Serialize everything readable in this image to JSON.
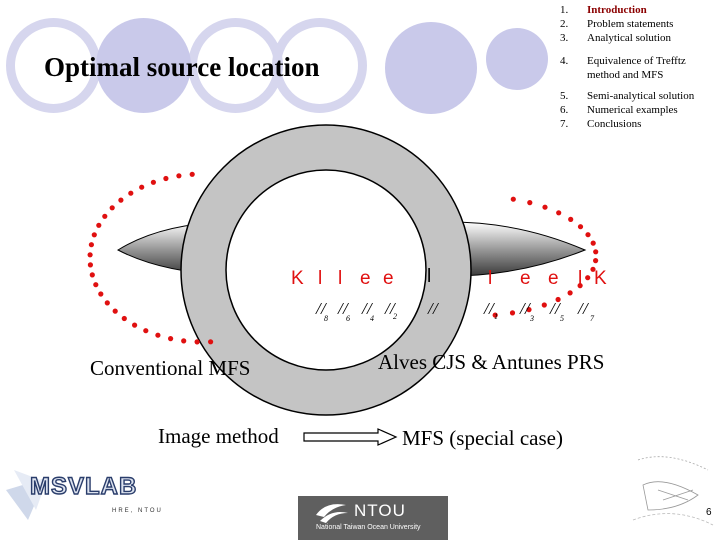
{
  "slide": {
    "title": "Optimal source location",
    "page_number": "6"
  },
  "outline": {
    "items": [
      {
        "num": "1.",
        "text": "Introduction",
        "active": true
      },
      {
        "num": "2.",
        "text": "Problem statements"
      },
      {
        "num": "3.",
        "text": "Analytical solution"
      },
      {
        "num": "4.",
        "text": "Equivalence of Trefftz method and MFS"
      },
      {
        "num": "5.",
        "text": "Semi-analytical solution"
      },
      {
        "num": "6.",
        "text": "Numerical examples"
      },
      {
        "num": "7.",
        "text": "Conclusions"
      }
    ]
  },
  "diagram": {
    "left_letters": [
      "K",
      "l",
      "l",
      "e",
      "e"
    ],
    "right_letters": [
      "l",
      "l",
      "e",
      "e",
      "l",
      "K"
    ],
    "left_subscripts": [
      "8",
      "6",
      "4",
      "2"
    ],
    "right_subscripts": [
      "1",
      "3",
      "5",
      "7"
    ],
    "red_color": "#e01010"
  },
  "labels": {
    "conventional": "Conventional MFS",
    "alves": "Alves CJS & Antunes PRS",
    "image_method": "Image method",
    "mfs_special": "MFS (special case)"
  },
  "logos": {
    "msvlab": "MSVLAB",
    "msvlab_sub": "HRE, NTOU",
    "ntou": "NTOU",
    "ntou_sub": "National Taiwan Ocean University"
  }
}
